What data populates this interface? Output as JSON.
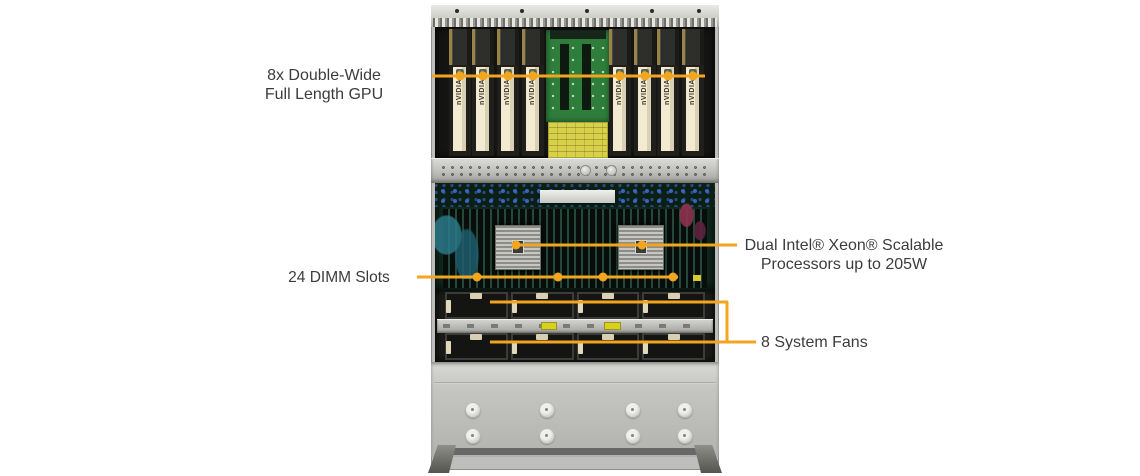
{
  "colors": {
    "accent": "#F2A51E",
    "label_text": "#3C3C3C",
    "background": "#FFFFFF",
    "gpu_stripe": "#EDE5C9",
    "pcb_green": "#2F7D3B",
    "warning_sticker": "#D8D049"
  },
  "callouts": {
    "gpu": {
      "line1": "8x Double-Wide",
      "line2": "Full Length GPU"
    },
    "dimm": {
      "label": "24 DIMM Slots"
    },
    "cpu": {
      "line1": "Dual Intel® Xeon® Scalable",
      "line2": "Processors up to 205W"
    },
    "fans": {
      "label": "8 System Fans"
    }
  },
  "server": {
    "gpu_brand": "nVIDIA",
    "gpu_count": 8,
    "dimm_slot_count": 24,
    "fan_count": 8
  }
}
